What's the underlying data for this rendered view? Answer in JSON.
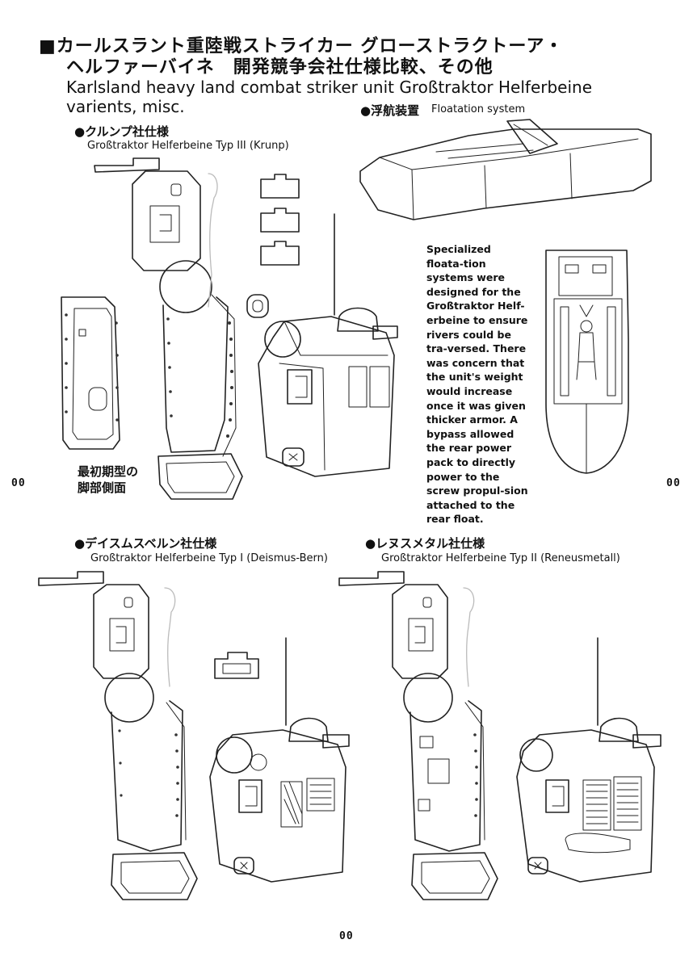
{
  "header": {
    "title_ja_line1": "■カールスラント重陸戦ストライカー グローストラクトーア・",
    "title_ja_line2": "ヘルファーバイネ　開発競争会社仕様比較、その他",
    "title_en": "Karlsland heavy land combat striker unit Großtraktor Helferbeine varients, misc."
  },
  "sections": {
    "krupp": {
      "label_ja": "●クルンプ社仕様",
      "label_en": "Großtraktor Helferbeine Typ III (Krunp)"
    },
    "float": {
      "label_ja": "●浮航装置",
      "label_en": "Floatation system"
    },
    "deismus": {
      "label_ja": "●デイスムスベルン社仕様",
      "label_en": "Großtraktor Helferbeine Typ I (Deismus-Bern)"
    },
    "reneus": {
      "label_ja": "●レヌスメタル社仕様",
      "label_en": "Großtraktor Helferbeine Typ II (Reneusmetall)"
    }
  },
  "early_side": {
    "line1": "最初期型の",
    "line2": "脚部側面"
  },
  "float_desc": "Specialized floata-tion systems were designed for the Großtraktor Helf-erbeine to ensure rivers could be tra-versed. There was concern that the unit's weight would increase once it was given thicker armor. A bypass allowed the rear power pack to directly power to the screw propul-sion attached to the rear float.",
  "page_numbers": {
    "left": "00",
    "right": "00",
    "bottom": "00"
  }
}
